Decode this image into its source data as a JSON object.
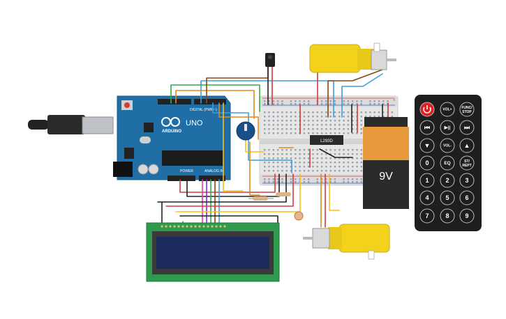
{
  "arduino": {
    "brand": "ARDUINO",
    "model": "UNO",
    "digital_label": "DIGITAL (PWM~)",
    "power_label": "POWER",
    "analog_label": "ANALOG IN"
  },
  "driver_ic": {
    "label": "L293D"
  },
  "battery": {
    "label": "9V"
  },
  "remote": {
    "buttons": [
      {
        "label": "",
        "kind": "power"
      },
      {
        "label": "VOL+",
        "kind": "round"
      },
      {
        "label": "FUNC/STOP",
        "kind": "round"
      },
      {
        "label": "⏮",
        "kind": "round"
      },
      {
        "label": "▶||",
        "kind": "round"
      },
      {
        "label": "⏭",
        "kind": "round"
      },
      {
        "label": "▼",
        "kind": "round"
      },
      {
        "label": "VOL-",
        "kind": "round"
      },
      {
        "label": "▲",
        "kind": "round"
      },
      {
        "label": "0",
        "kind": "round"
      },
      {
        "label": "EQ",
        "kind": "round"
      },
      {
        "label": "ST/REPT",
        "kind": "round"
      },
      {
        "label": "1",
        "kind": "round"
      },
      {
        "label": "2",
        "kind": "round"
      },
      {
        "label": "3",
        "kind": "round"
      },
      {
        "label": "4",
        "kind": "round"
      },
      {
        "label": "5",
        "kind": "round"
      },
      {
        "label": "6",
        "kind": "round"
      },
      {
        "label": "7",
        "kind": "round"
      },
      {
        "label": "8",
        "kind": "round"
      },
      {
        "label": "9",
        "kind": "round"
      }
    ]
  },
  "colors": {
    "board": "#1f6fa6",
    "breadboard": "#e9e9e9",
    "motor_yellow": "#f2d21b",
    "battery_orange": "#e79a3c",
    "battery_body": "#2b2b2b",
    "remote_body": "#1e1e1e",
    "remote_power": "#e02020",
    "lcd_pcb": "#2f9a4e",
    "lcd_screen": "#1d2a5c"
  }
}
